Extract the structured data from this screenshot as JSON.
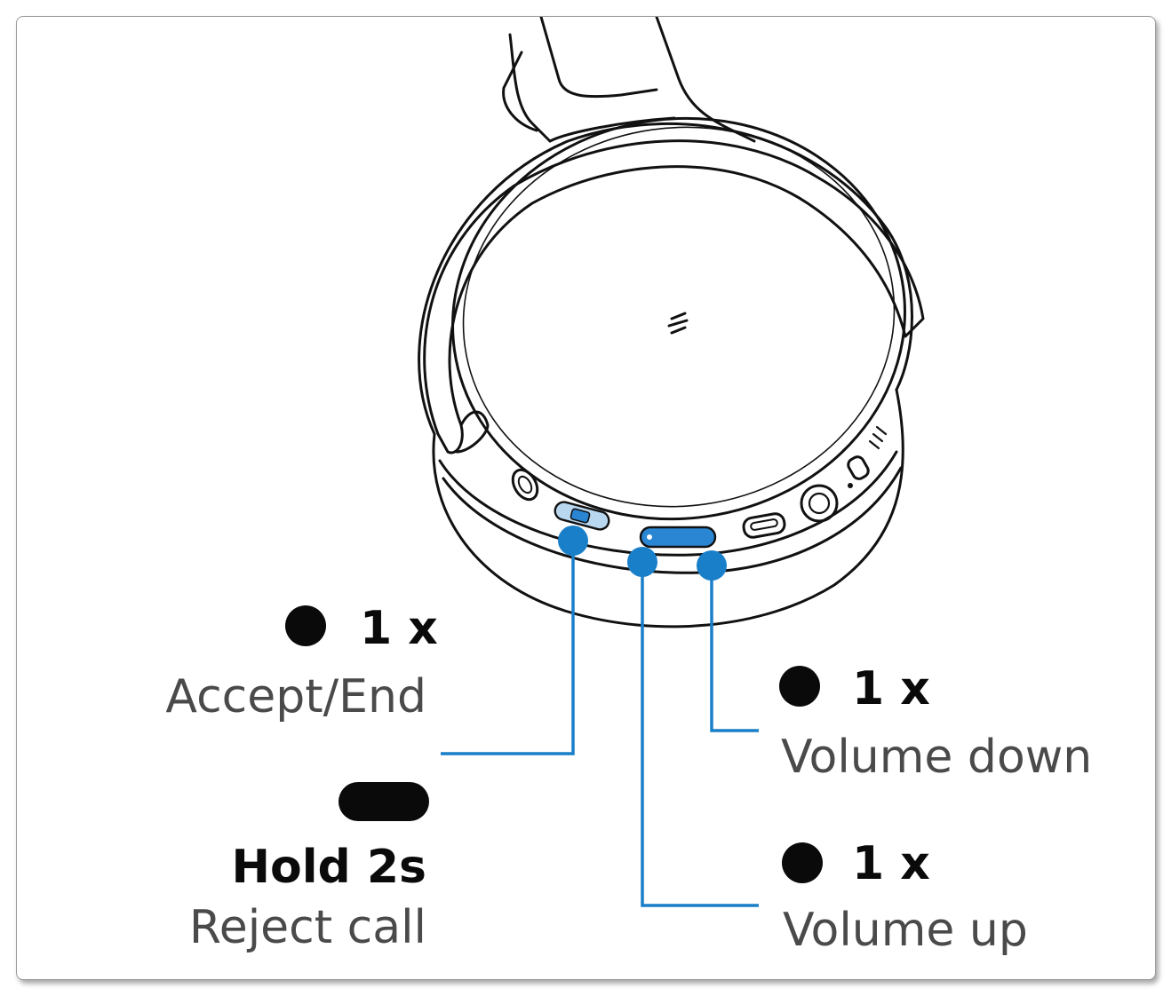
{
  "controls": {
    "accept_end": {
      "count": "1 x",
      "action": "Accept/End"
    },
    "reject": {
      "count": "Hold 2s",
      "action": "Reject call"
    },
    "volume_down": {
      "count": "1 x",
      "action": "Volume down"
    },
    "volume_up": {
      "count": "1 x",
      "action": "Volume up"
    }
  },
  "colors": {
    "callout_blue": "#1a7fc9",
    "button_blue": "#2a86d3",
    "line_black": "#111111",
    "text_gray": "#4a4a4a"
  },
  "icons": {
    "short_press": "filled-dot-icon",
    "long_press": "pill-bar-icon",
    "brand_logo": "brand-logo-icon"
  }
}
